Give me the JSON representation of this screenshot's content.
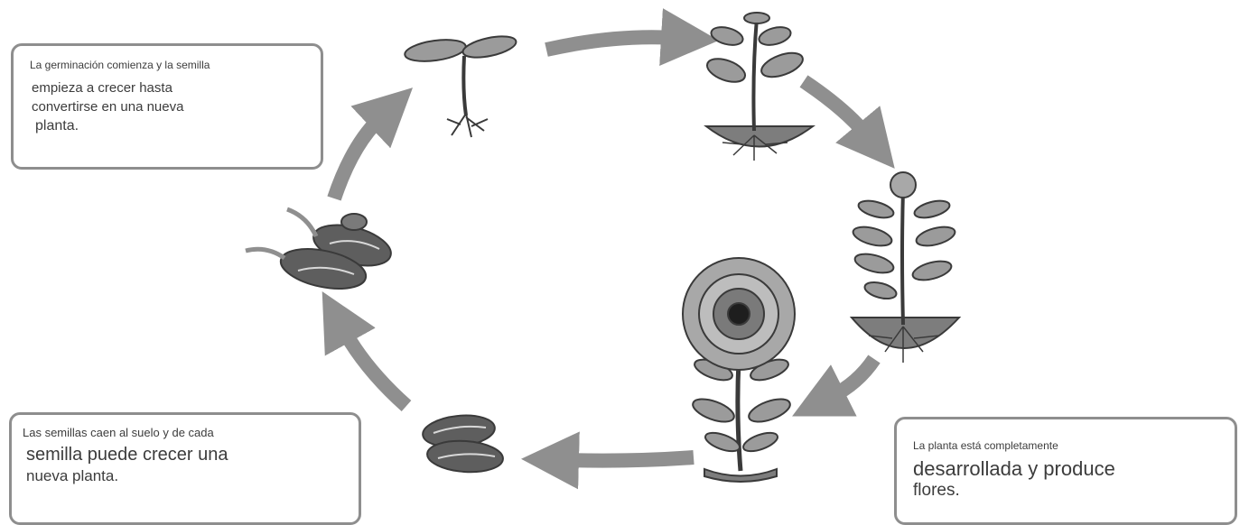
{
  "notes": {
    "germination": {
      "line1": "La germinación comienza y la semilla",
      "line2": "empieza a crecer hasta",
      "line3": "convertirse en una nueva",
      "line4": "planta."
    },
    "seeds": {
      "line1": "Las semillas caen al suelo y de cada",
      "line2": "semilla puede crecer una",
      "line3": "nueva planta."
    },
    "flower": {
      "line1": "La planta está completamente",
      "line2": "desarrollada y produce",
      "line3": "flores."
    }
  },
  "colors": {
    "arrow": "#8f8f8f",
    "border": "#8e8e8e",
    "leaf": "#9b9b9b",
    "dark": "#3a3a3a",
    "soil": "#7d7d7d",
    "seed": "#5e5e5e",
    "petal": "#a8a8a8",
    "flower_center": "#1e1e1e"
  },
  "stages": [
    "sprout-icon",
    "young-plant-icon",
    "budding-plant-icon",
    "sunflower-icon",
    "fallen-seeds-icon",
    "germinating-seeds-icon"
  ]
}
